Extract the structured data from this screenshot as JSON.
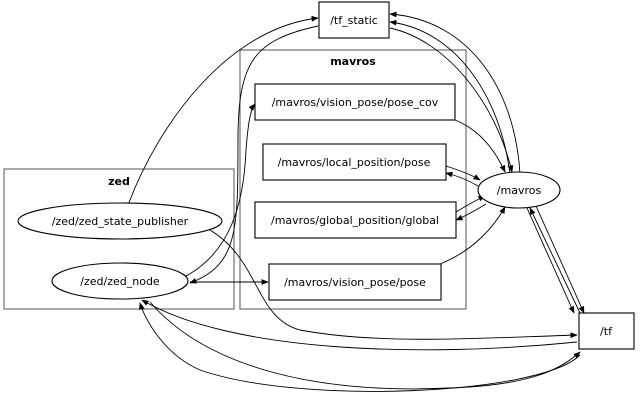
{
  "clusters": {
    "zed": "zed",
    "mavros": "mavros"
  },
  "nodes": {
    "tf_static": "/tf_static",
    "vision_pose_cov": "/mavros/vision_pose/pose_cov",
    "local_position_pose": "/mavros/local_position/pose",
    "global_position_global": "/mavros/global_position/global",
    "vision_pose_pose": "/mavros/vision_pose/pose",
    "mavros": "/mavros",
    "zed_state_publisher": "/zed/zed_state_publisher",
    "zed_node": "/zed/zed_node",
    "tf": "/tf"
  }
}
